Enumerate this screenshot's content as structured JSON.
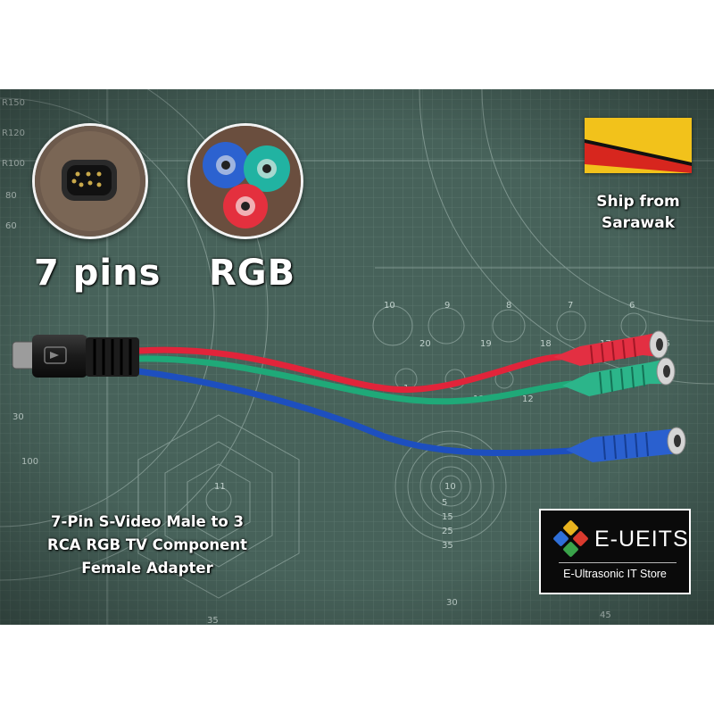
{
  "insets": {
    "left_label": "7 pins",
    "right_label": "RGB"
  },
  "shipping": {
    "line1": "Ship from",
    "line2": "Sarawak",
    "flag_colors": [
      "#f2c21b",
      "#d7261e",
      "#111111"
    ]
  },
  "caption": {
    "line1": "7-Pin S-Video Male to 3",
    "line2": "RCA RGB TV Component",
    "line3": "Female Adapter"
  },
  "brand": {
    "name": "E-UEITS",
    "tagline": "E-Ultrasonic IT Store",
    "diamond_colors": [
      "#2f6fd8",
      "#e9b31e",
      "#d93a2e",
      "#3aa34a"
    ]
  },
  "cable": {
    "wire_colors": [
      "#e1243a",
      "#1fa978",
      "#1d4fbf"
    ]
  },
  "mat_numbers": [
    "R150",
    "R120",
    "R100",
    "80",
    "60",
    "10",
    "9",
    "8",
    "7",
    "6",
    "20",
    "19",
    "18",
    "17",
    "16",
    "1",
    "13",
    "12",
    "11",
    "10",
    "5",
    "15",
    "25",
    "35",
    "45",
    "30",
    "35",
    "100"
  ]
}
